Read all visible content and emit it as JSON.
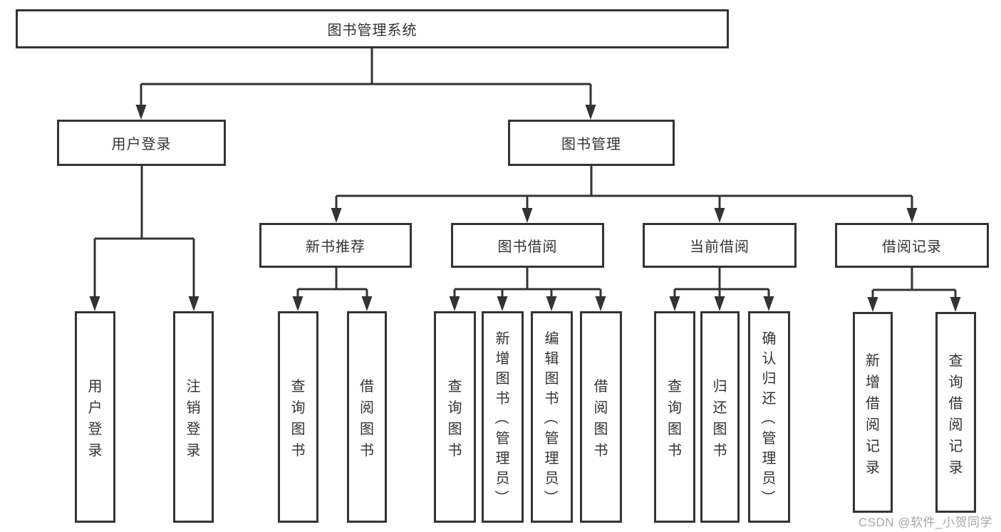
{
  "diagram": {
    "type": "hierarchy-tree",
    "line_color": "#333333",
    "box_border_color": "#333333",
    "background_color": "#ffffff",
    "structure": {
      "root": "图书管理系统",
      "children": [
        {
          "label": "用户登录",
          "children": [
            "用户登录",
            "注销登录"
          ]
        },
        {
          "label": "图书管理",
          "children": [
            {
              "label": "新书推荐",
              "children": [
                "查询图书",
                "借阅图书"
              ]
            },
            {
              "label": "图书借阅",
              "children": [
                "查询图书",
                "新增图书（管理员）",
                "编辑图书（管理员）",
                "借阅图书"
              ]
            },
            {
              "label": "当前借阅",
              "children": [
                "查询图书",
                "归还图书",
                "确认归还（管理员）"
              ]
            },
            {
              "label": "借阅记录",
              "children": [
                "新增借阅记录",
                "查询借阅记录"
              ]
            }
          ]
        }
      ]
    },
    "watermark": {
      "text": "CSDN @软件_小贺同学",
      "color": "#a6a6a6"
    }
  }
}
